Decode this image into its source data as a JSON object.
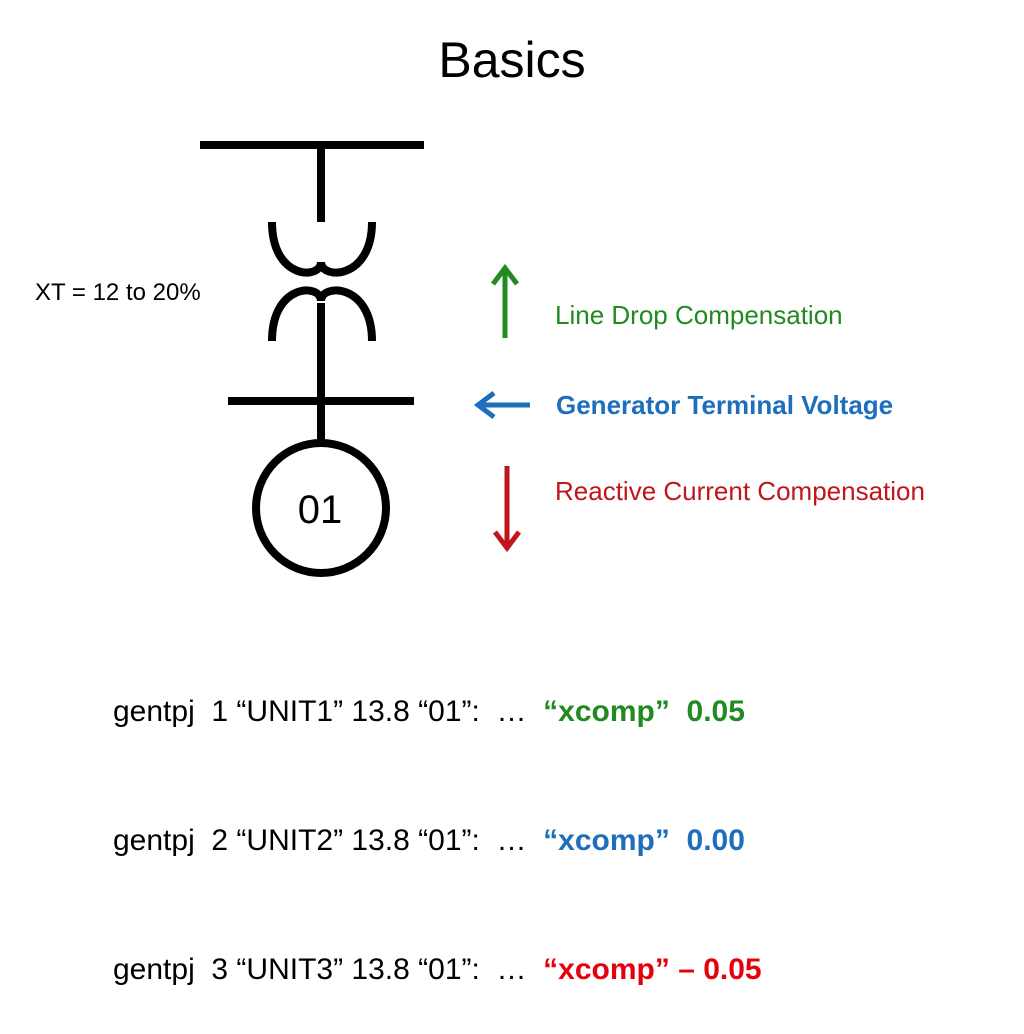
{
  "title": "Basics",
  "transformer_label": "XT = 12 to 20%",
  "generator_label": "01",
  "legend": {
    "up": {
      "text": "Line Drop Compensation",
      "color": "#218a21",
      "icon": "arrow-up"
    },
    "left": {
      "text": "Generator Terminal Voltage",
      "color": "#1d6fbd",
      "icon": "arrow-left"
    },
    "down": {
      "text": "Reactive Current Compensation",
      "color": "#c0151c",
      "icon": "arrow-down"
    }
  },
  "code_lines": [
    {
      "prefix": "gentpj  1 “UNIT1” 13.8 “01”:  …  ",
      "xcomp": "“xcomp”  0.05",
      "color": "#218a21"
    },
    {
      "prefix": "gentpj  2 “UNIT2” 13.8 “01”:  …  ",
      "xcomp": "“xcomp”  0.00",
      "color": "#1d6fbd"
    },
    {
      "prefix": "gentpj  3 “UNIT3” 13.8 “01”:  …  ",
      "xcomp": "“xcomp” – 0.05",
      "color": "#e5000b"
    }
  ]
}
